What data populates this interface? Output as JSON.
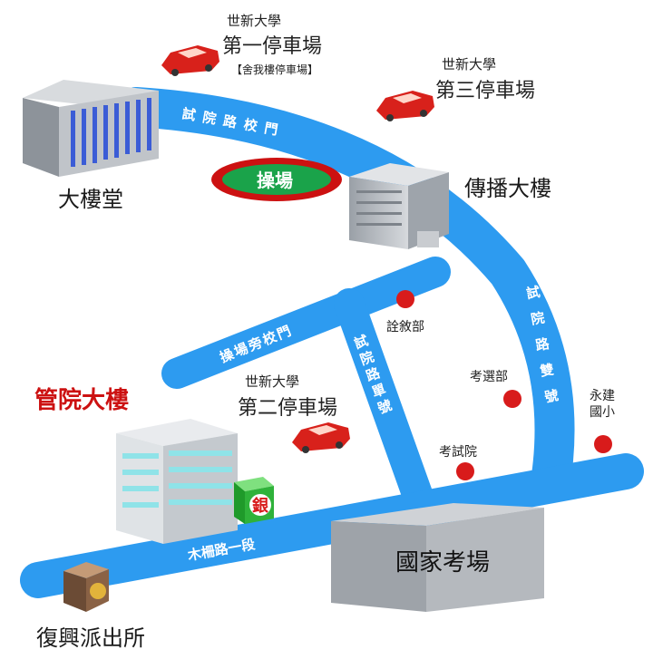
{
  "colors": {
    "road": "#2d9bf0",
    "track_green": "#1aa34a",
    "track_red": "#cc1111",
    "poi_red": "#d81b1b",
    "building_gray": "#b8bdc3",
    "accent_red": "#cc1111"
  },
  "parking": {
    "lot1": {
      "university": "世新大學",
      "name": "第一停車場",
      "note": "【舍我樓停車場】"
    },
    "lot3": {
      "university": "世新大學",
      "name": "第三停車場"
    },
    "lot2": {
      "university": "世新大學",
      "name": "第二停車場"
    }
  },
  "buildings": {
    "datoutang": "大樓堂",
    "chuanbo": "傳播大樓",
    "guanyuan": "管院大樓",
    "exam_hall": "國家考場",
    "police": "復興派出所"
  },
  "playground": "操場",
  "roads": {
    "shiyuan_gate": "試院路校門",
    "playground_gate": "操場旁校門",
    "shiyuan_odd": "試院路單號",
    "shiyuan_even": "試院路雙號",
    "muzha_road": "木柵路一段"
  },
  "pois": {
    "quanxu": "詮敘部",
    "kaoxuan": "考選部",
    "kaoshi": "考試院",
    "yongjian": "永建國小"
  },
  "bank_sign": "銀"
}
